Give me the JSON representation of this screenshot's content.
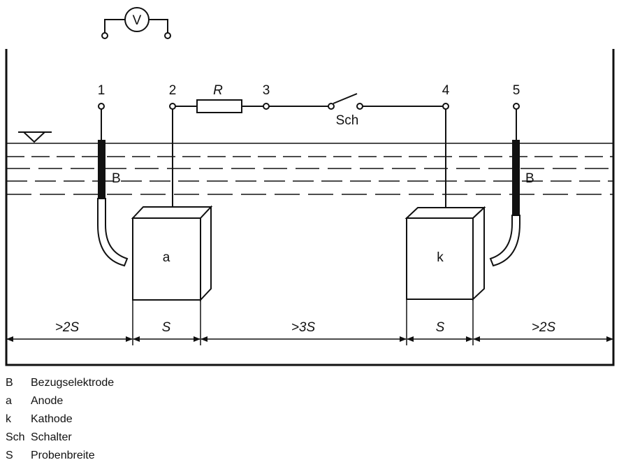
{
  "diagram": {
    "voltmeter_symbol": "V",
    "terminals": [
      "1",
      "2",
      "3",
      "4",
      "5"
    ],
    "resistor_label": "R",
    "switch_label": "Sch",
    "electrode_label": "B",
    "anode_label": "a",
    "cathode_label": "k",
    "dimensions": [
      ">2S",
      "S",
      ">3S",
      "S",
      ">2S"
    ],
    "icons": [
      "voltmeter-icon",
      "water-level-icon",
      "switch-icon",
      "resistor-icon"
    ]
  },
  "legend": [
    {
      "key": "B",
      "text": "Bezugselektrode"
    },
    {
      "key": "a",
      "text": "Anode"
    },
    {
      "key": "k",
      "text": "Kathode"
    },
    {
      "key": "Sch",
      "text": "Schalter"
    },
    {
      "key": "S",
      "text": "Probenbreite"
    }
  ]
}
